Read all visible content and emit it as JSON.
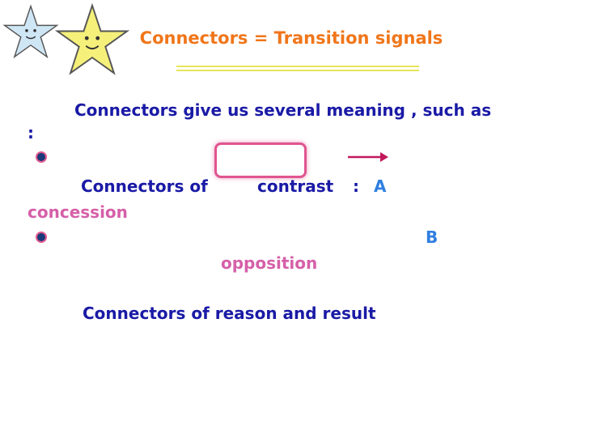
{
  "slide": {
    "title": "Connectors = Transition signals",
    "intro_line1": "Connectors give us several meaning , such as",
    "intro_line2": ":",
    "contrast": {
      "label": "Connectors  of",
      "keyword": "contrast",
      "colon": ":",
      "option_a": "A",
      "option_a_word": "concession",
      "option_b": "B",
      "option_b_word": "opposition"
    },
    "reason_line": "Connectors of reason and result"
  },
  "colors": {
    "text_blue": "#1a1aa6",
    "title_orange": "#f0761a",
    "accent_pink": "#d65fa8",
    "option_cyan": "#2f7fe0",
    "star_yellow": "#f5f07a"
  }
}
